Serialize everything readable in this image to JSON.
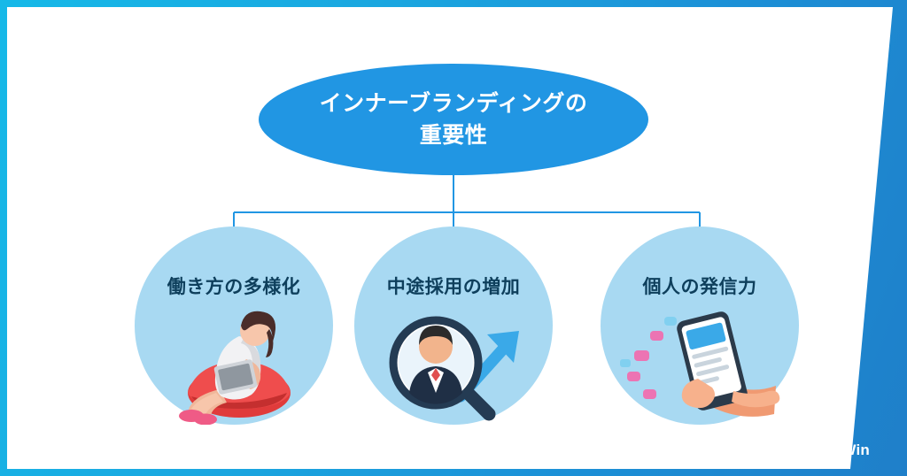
{
  "slide": {
    "background_gradient_from": "#16b9e8",
    "background_gradient_to": "#1f7fc9",
    "canvas_color": "#ffffff"
  },
  "diagram": {
    "type": "tree",
    "root": {
      "label": "インナーブランディングの\n重要性",
      "shape": "ellipse",
      "fill": "#2196e3",
      "text_color": "#ffffff"
    },
    "children": [
      {
        "label": "働き方の多様化",
        "shape": "circle",
        "fill": "#a8d9f2",
        "text_color": "#0e3f5c",
        "icon": "person-reading-on-beanbag-illustration"
      },
      {
        "label": "中途採用の増加",
        "shape": "circle",
        "fill": "#a8d9f2",
        "text_color": "#0e3f5c",
        "icon": "magnifier-over-businessman-with-arrow-illustration"
      },
      {
        "label": "個人の発信力",
        "shape": "circle",
        "fill": "#a8d9f2",
        "text_color": "#0e3f5c",
        "icon": "hand-holding-smartphone-with-social-bubbles-illustration"
      }
    ],
    "connector_color": "#2196e3"
  },
  "logo": {
    "text": "ShapeWin",
    "mark": "wave-logo-icon",
    "color": "#ffffff"
  }
}
